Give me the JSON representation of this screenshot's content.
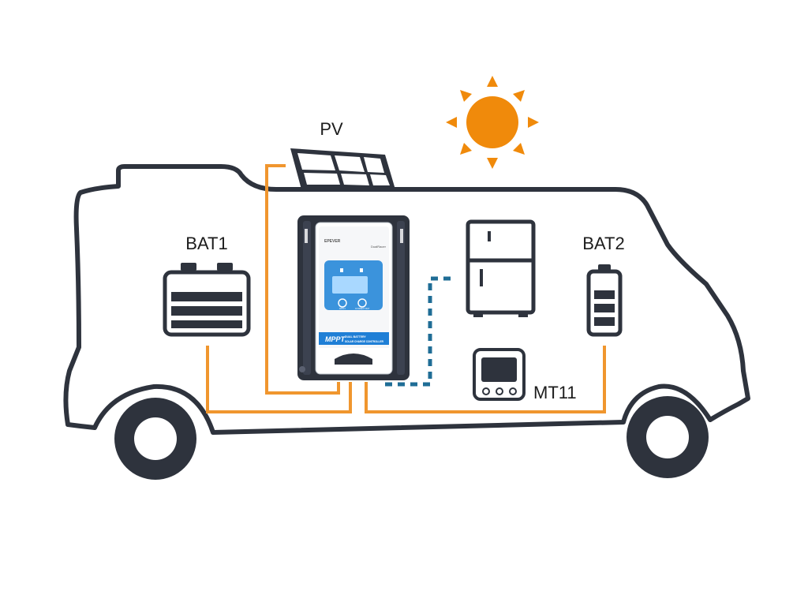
{
  "diagram": {
    "labels": {
      "pv": "PV",
      "bat1": "BAT1",
      "bat2": "BAT2",
      "mt11": "MT11"
    },
    "controller": {
      "brand": "EPEVER",
      "model": "DualRacer",
      "banner_title": "MPPT",
      "banner_sub1": "DUAL BATTERY",
      "banner_sub2": "SOLAR CHARGE CONTROLLER",
      "button_left": "APPLY",
      "button_right": "CONNECT BAT"
    },
    "icons": {
      "sun": "sun-icon",
      "solar_panel": "solar-panel-icon",
      "battery1": "battery-icon",
      "battery2": "battery-icon",
      "fridge": "fridge-icon",
      "remote_meter": "remote-meter-icon"
    },
    "colors": {
      "outline": "#2e333d",
      "power_wire": "#f0962e",
      "data_cable": "#1f6d96",
      "sun": "#f08a0b",
      "screen": "#5aa9e6",
      "banner": "#1f7fd6"
    }
  }
}
